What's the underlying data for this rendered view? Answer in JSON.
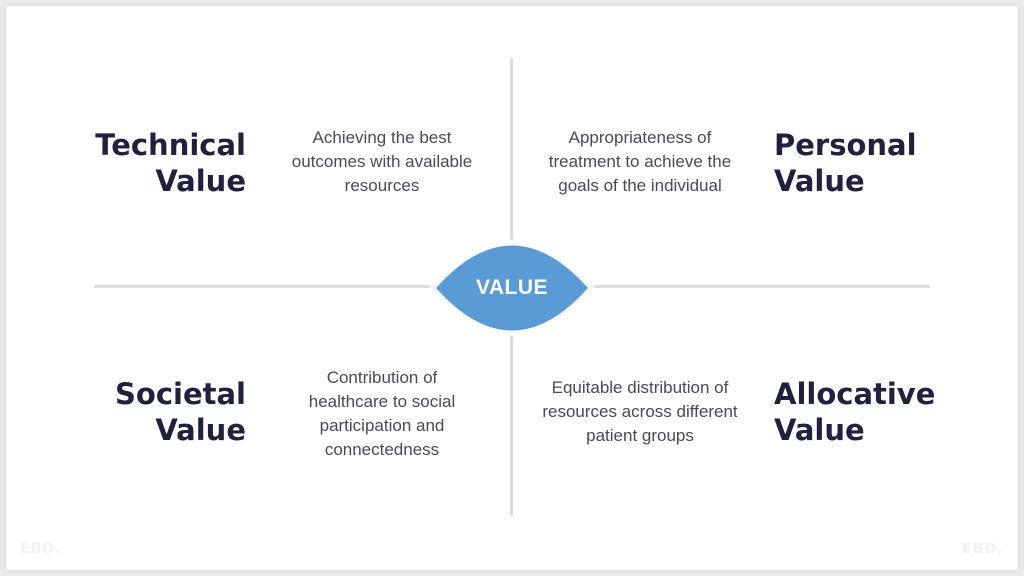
{
  "center": {
    "label": "VALUE",
    "color": "#5b9bd5"
  },
  "quadrants": {
    "technical": {
      "title": "Technical\nValue",
      "description": "Achieving the best\noutcomes with available\nresources"
    },
    "personal": {
      "title": "Personal\nValue",
      "description": "Appropriateness of\ntreatment to achieve the\ngoals of the individual"
    },
    "societal": {
      "title": "Societal\nValue",
      "description": "Contribution of\nhealthcare to social\nparticipation and\nconnectedness"
    },
    "allocative": {
      "title": "Allocative\nValue",
      "description": "Equitable distribution of\nresources across different\npatient groups"
    }
  },
  "watermark": {
    "left": "EBD.",
    "right": "EBD."
  },
  "colors": {
    "heading": "#21213f",
    "divider": "#d9dbde",
    "text": "#4a4a52"
  }
}
